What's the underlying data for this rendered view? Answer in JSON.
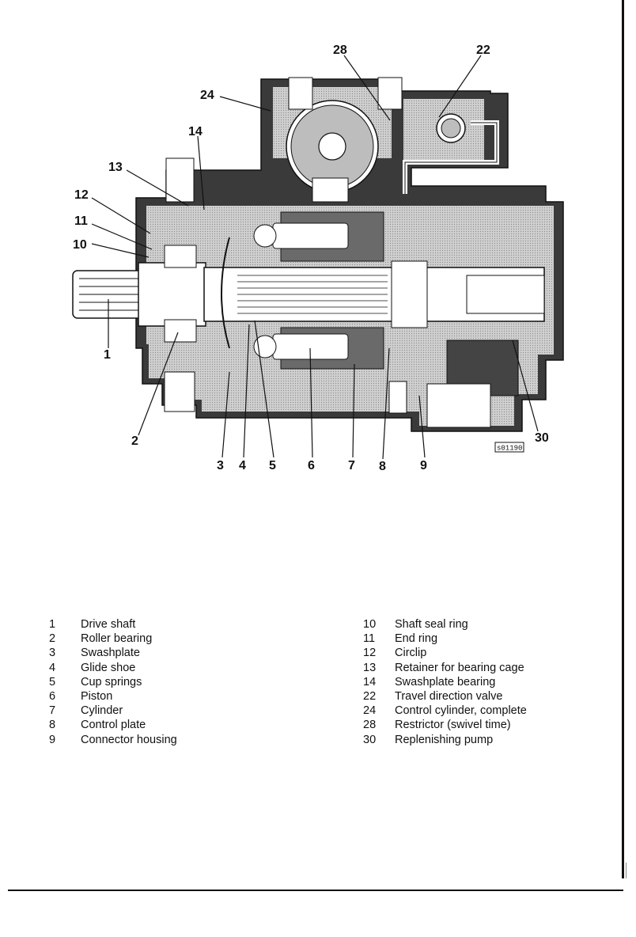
{
  "figure_id": "s01190",
  "callouts": [
    {
      "num": "1"
    },
    {
      "num": "2"
    },
    {
      "num": "3"
    },
    {
      "num": "4"
    },
    {
      "num": "5"
    },
    {
      "num": "6"
    },
    {
      "num": "7"
    },
    {
      "num": "8"
    },
    {
      "num": "9"
    },
    {
      "num": "10"
    },
    {
      "num": "11"
    },
    {
      "num": "12"
    },
    {
      "num": "13"
    },
    {
      "num": "14"
    },
    {
      "num": "22"
    },
    {
      "num": "24"
    },
    {
      "num": "28"
    },
    {
      "num": "30"
    }
  ],
  "legend_left": [
    {
      "num": "1",
      "name": "Drive shaft"
    },
    {
      "num": "2",
      "name": "Roller bearing"
    },
    {
      "num": "3",
      "name": "Swashplate"
    },
    {
      "num": "4",
      "name": "Glide shoe"
    },
    {
      "num": "5",
      "name": "Cup springs"
    },
    {
      "num": "6",
      "name": "Piston"
    },
    {
      "num": "7",
      "name": "Cylinder"
    },
    {
      "num": "8",
      "name": "Control plate"
    },
    {
      "num": "9",
      "name": "Connector housing"
    }
  ],
  "legend_right": [
    {
      "num": "10",
      "name": "Shaft seal ring"
    },
    {
      "num": "11",
      "name": "End ring"
    },
    {
      "num": "12",
      "name": "Circlip"
    },
    {
      "num": "13",
      "name": "Retainer for bearing cage"
    },
    {
      "num": "14",
      "name": "Swashplate bearing"
    },
    {
      "num": "22",
      "name": "Travel direction valve"
    },
    {
      "num": "24",
      "name": "Control cylinder, complete"
    },
    {
      "num": "28",
      "name": "Restrictor (swivel time)"
    },
    {
      "num": "30",
      "name": "Replenishing pump"
    }
  ]
}
